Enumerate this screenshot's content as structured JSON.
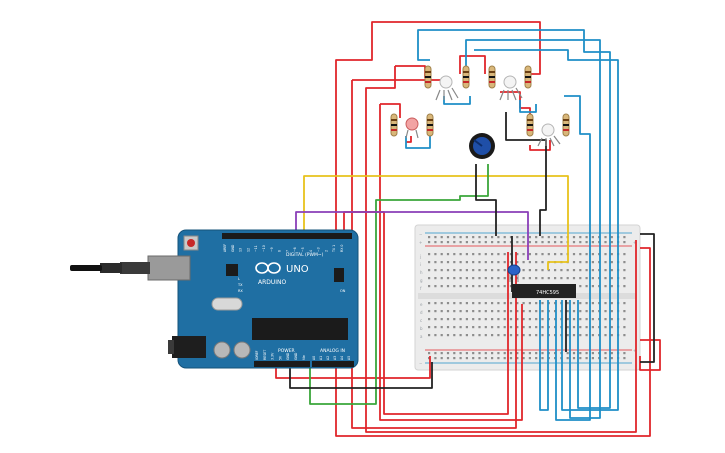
{
  "colors": {
    "background": "#ffffff",
    "wire_red": "#e0262b",
    "wire_blue": "#1f8fc7",
    "wire_yellow": "#e8c21c",
    "wire_green": "#3aa63a",
    "wire_purple": "#8a3fb8",
    "wire_black": "#222222",
    "arduino_board": "#1f6fa3",
    "breadboard": "#e9e9e9"
  },
  "arduino": {
    "label_digital": "DIGITAL (PWM~)",
    "label_brand": "ARDUINO",
    "label_model": "UNO",
    "label_power": "POWER",
    "label_analog": "ANALOG IN",
    "label_tx": "TX",
    "label_rx": "RX",
    "label_l": "L",
    "label_on": "ON",
    "power_pins": [
      "IOREF",
      "RESET",
      "3.3V",
      "5V",
      "GND",
      "GND",
      "Vin"
    ],
    "analog_pins": [
      "A0",
      "A1",
      "A2",
      "A3",
      "A4",
      "A5"
    ],
    "digital_pins_left": [
      "AREF",
      "GND",
      "13",
      "12",
      "~11",
      "~10",
      "~9",
      "8"
    ],
    "digital_pins_right": [
      "7",
      "~6",
      "~5",
      "4",
      "~3",
      "2",
      "TX 1",
      "RX 0"
    ]
  },
  "breadboard": {
    "rail_plus": "+",
    "rail_minus": "−",
    "row_letters_top": [
      "j",
      "i",
      "h",
      "g",
      "f"
    ],
    "row_letters_bottom": [
      "e",
      "d",
      "c",
      "b",
      "a"
    ]
  },
  "ic": {
    "label": "74HC595"
  },
  "icons": {
    "arduino_logo": "infinity-logo-icon",
    "reset_button": "reset-button-icon",
    "usb_connector": "usb-connector-icon",
    "dc_jack": "dc-jack-icon",
    "potentiometer": "potentiometer-icon",
    "led": "led-icon",
    "rgb_led": "rgb-led-icon",
    "resistor": "resistor-icon",
    "capacitor": "capacitor-icon"
  }
}
